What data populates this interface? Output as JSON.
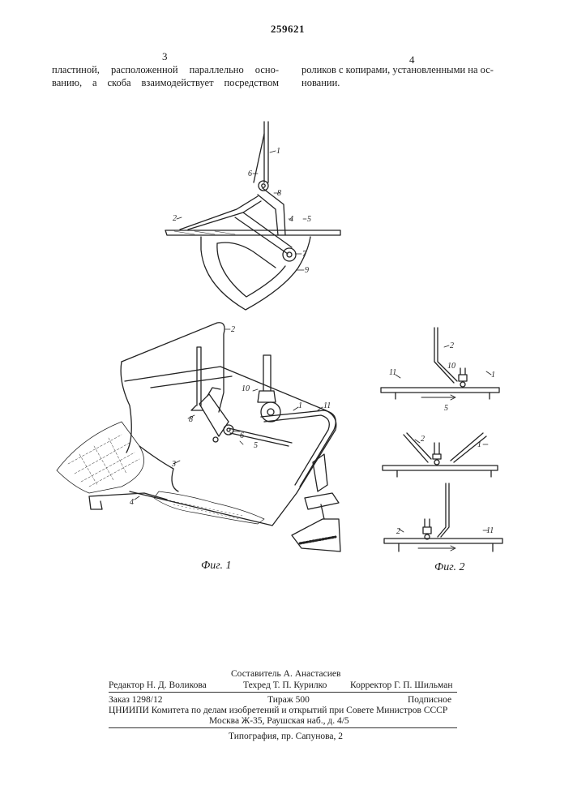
{
  "header": {
    "patent_number": "259621",
    "col_left_num": "3",
    "col_right_num": "4"
  },
  "text": {
    "left_lines": [
      "пластиной, расположенной параллельно осно-",
      "ванию, а скоба взаимодействует посредством"
    ],
    "right_lines": [
      "роликов с копирами, установленными на ос-",
      "новании."
    ]
  },
  "figures": {
    "fig1_caption": "Фиг. 1",
    "fig2_caption": "Фиг. 2",
    "top_labels": [
      "1",
      "2",
      "4",
      "5",
      "6",
      "7",
      "8",
      "9"
    ],
    "fig1_labels": [
      "1",
      "2",
      "3",
      "4",
      "5",
      "6",
      "8",
      "10",
      "11"
    ],
    "fig2_labels": [
      "1",
      "2",
      "5",
      "10",
      "11"
    ]
  },
  "footer": {
    "compiler": "Составитель А. Анастасиев",
    "editor": "Редактор Н. Д. Воликова",
    "techred": "Техред Т. П. Курилко",
    "corrector": "Корректор Г. П. Шильман",
    "order": "Заказ 1298/12",
    "circulation": "Тираж 500",
    "subscription": "Подписное",
    "org": "ЦНИИПИ Комитета по делам изобретений и открытий при Совете Министров СССР",
    "address": "Москва Ж-35, Раушская наб., д. 4/5",
    "printer": "Типография, пр. Сапунова, 2"
  }
}
